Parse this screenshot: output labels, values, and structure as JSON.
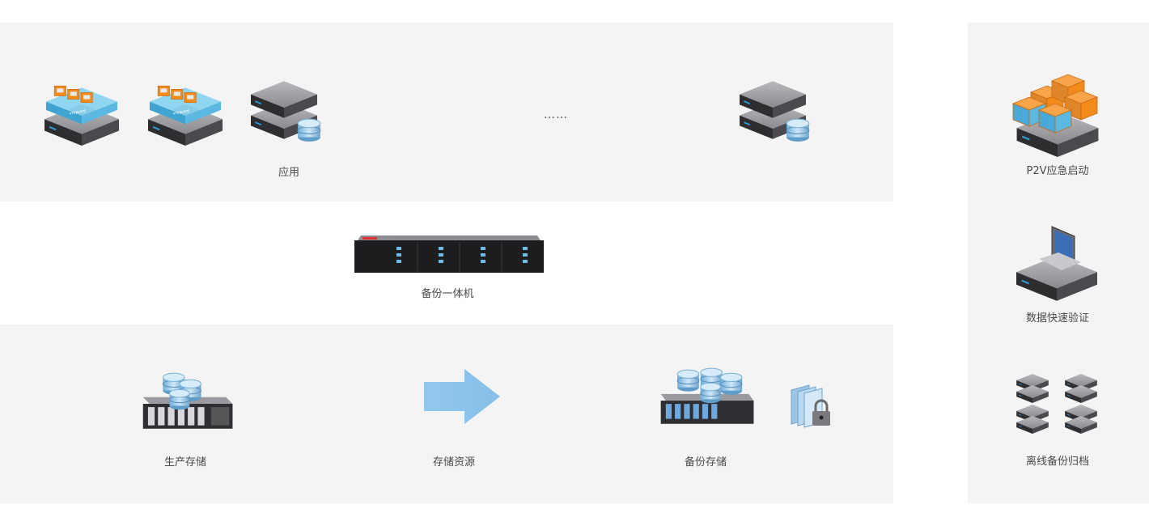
{
  "top_row": {
    "label": "应用",
    "ellipsis": "……"
  },
  "middle": {
    "label": "备份一体机"
  },
  "bottom_row": {
    "production_storage": "生产存储",
    "storage_resources": "存储资源",
    "backup_storage": "备份存储"
  },
  "side_panel": {
    "item1": "P2V应急启动",
    "item2": "数据快速验证",
    "item3": "离线备份归档"
  },
  "icons": {
    "vmware_server": "vmware-server-icon",
    "db_server": "database-server-icon",
    "appliance": "backup-appliance-icon",
    "storage": "storage-array-icon",
    "arrow": "right-arrow-icon",
    "lock": "locked-files-icon",
    "vm_cluster": "vm-cluster-icon",
    "workstation": "workstation-icon",
    "offline_servers": "offline-servers-icon"
  },
  "colors": {
    "panel": "#f4f4f4",
    "arrow": "#8ec4ec",
    "vm_blue": "#5bb8e0",
    "app_orange": "#f28a1c",
    "server_dark": "#3b3b3b",
    "disk_blue": "#8fc4e8"
  }
}
